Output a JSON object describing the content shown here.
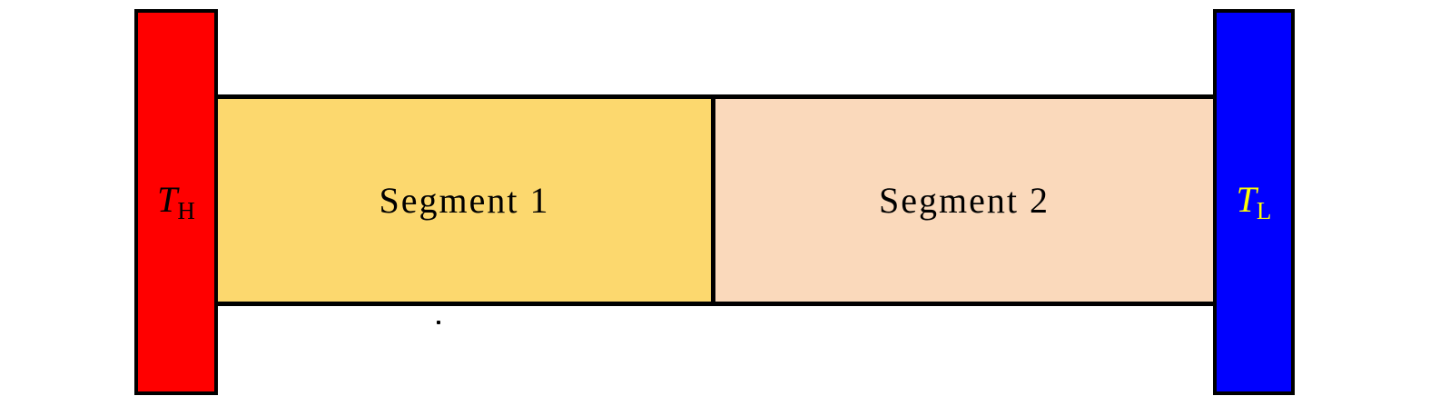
{
  "diagram": {
    "background_color": "#ffffff",
    "outline_color": "#000000",
    "hot_reservoir": {
      "symbol": "T",
      "subscript": "H",
      "fill_color": "#ff0000",
      "label_color": "#000000"
    },
    "cold_reservoir": {
      "symbol": "T",
      "subscript": "L",
      "fill_color": "#0000ff",
      "label_color": "#ffff00"
    },
    "segments": [
      {
        "label": "Segment 1",
        "fill_color": "#fcd86e"
      },
      {
        "label": "Segment 2",
        "fill_color": "#fad9bb"
      }
    ]
  }
}
